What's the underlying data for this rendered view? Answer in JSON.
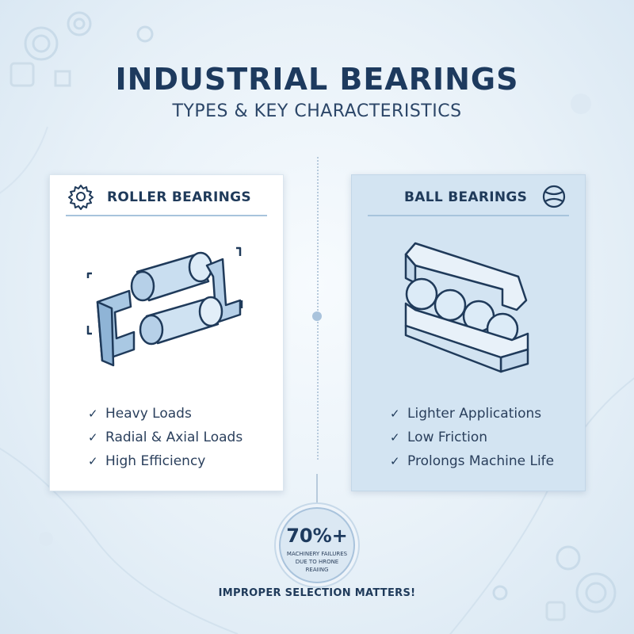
{
  "header": {
    "title": "INDUSTRIAL BEARINGS",
    "subtitle": "TYPES & KEY CHARACTERISTICS"
  },
  "cards": [
    {
      "title": "ROLLER BEARINGS",
      "icon": "gear-icon",
      "illustration": "roller-bearing-illustration",
      "features": [
        "Heavy Loads",
        "Radial & Axial Loads",
        "High Efficiency"
      ]
    },
    {
      "title": "BALL BEARINGS",
      "icon": "ball-icon",
      "illustration": "ball-bearing-illustration",
      "features": [
        "Lighter Applications",
        "Low Friction",
        "Prolongs Machine Life"
      ]
    }
  ],
  "stat": {
    "value": "70%+",
    "line1": "MACHINERY FAILURES",
    "line2": "DUE TO HRONE REAIING"
  },
  "footer": "IMPROPER SELECTION MATTERS!",
  "check_glyph": "✓",
  "colors": {
    "navy": "#1d3a5e",
    "accent_blue": "#a7c4dc",
    "card_right_bg": "#d3e4f2",
    "page_bg": "#e8f1f8"
  }
}
